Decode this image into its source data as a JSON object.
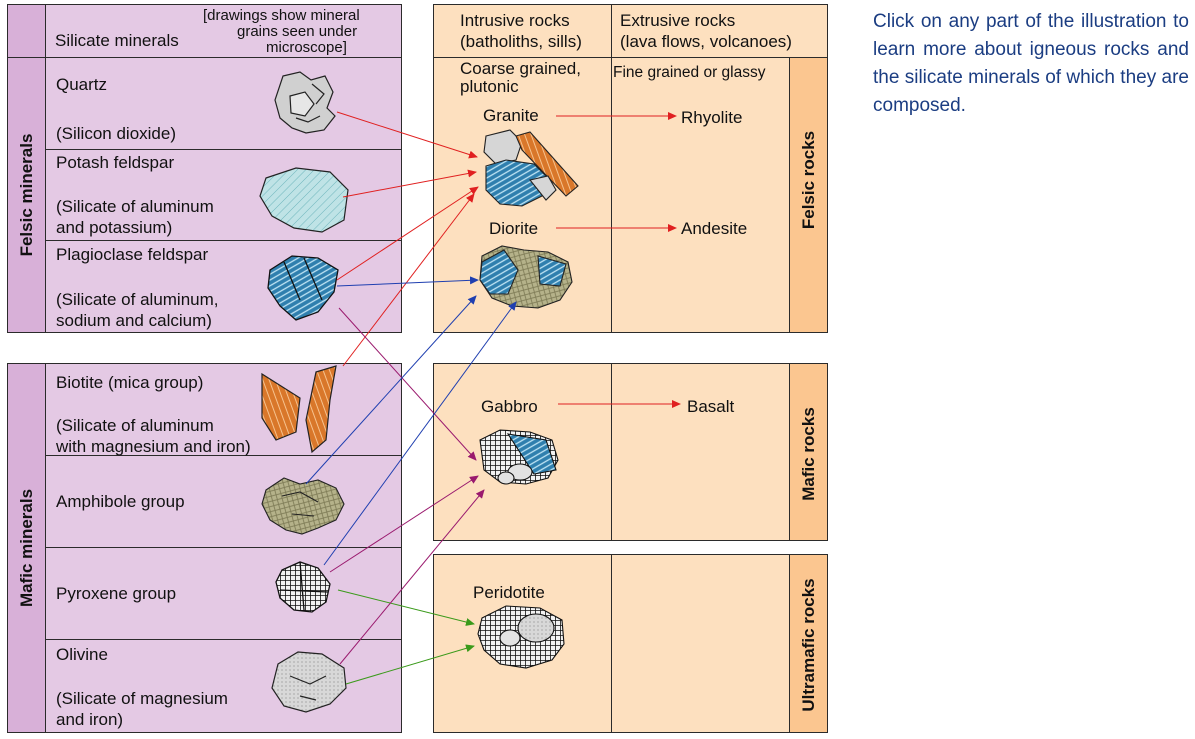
{
  "header": {
    "silicate_minerals": "Silicate minerals",
    "drawings_note_line1": "[drawings show mineral",
    "drawings_note_line2": "grains seen under",
    "drawings_note_line3": "microscope]",
    "intrusive_line1": "Intrusive rocks",
    "intrusive_line2": "(batholiths, sills)",
    "extrusive_line1": "Extrusive rocks",
    "extrusive_line2": "(lava flows, volcanoes)",
    "coarse_line1": "Coarse grained,",
    "coarse_line2": "plutonic",
    "fine": "Fine grained or glassy"
  },
  "groups": {
    "felsic_minerals": "Felsic minerals",
    "mafic_minerals": "Mafic minerals",
    "felsic_rocks": "Felsic rocks",
    "mafic_rocks": "Mafic rocks",
    "ultramafic_rocks": "Ultramafic rocks"
  },
  "minerals": {
    "quartz": {
      "name": "Quartz",
      "desc1": "(Silicon dioxide)"
    },
    "potash": {
      "name": "Potash feldspar",
      "desc1": "(Silicate of aluminum",
      "desc2": "and potassium)"
    },
    "plagioclase": {
      "name": "Plagioclase feldspar",
      "desc1": "(Silicate of aluminum,",
      "desc2": "sodium and calcium)"
    },
    "biotite": {
      "name": "Biotite (mica group)",
      "desc1": "(Silicate of aluminum",
      "desc2": "with magnesium and iron)"
    },
    "amphibole": {
      "name": "Amphibole group"
    },
    "pyroxene": {
      "name": "Pyroxene group"
    },
    "olivine": {
      "name": "Olivine",
      "desc1": "(Silicate of magnesium",
      "desc2": "and iron)"
    }
  },
  "rocks": {
    "granite": "Granite",
    "rhyolite": "Rhyolite",
    "diorite": "Diorite",
    "andesite": "Andesite",
    "gabbro": "Gabbro",
    "basalt": "Basalt",
    "peridotite": "Peridotite"
  },
  "info_text": "Click on any part of the illustration to learn more about igneous rocks and the silicate minerals of which they are composed.",
  "colors": {
    "red_arrow": "#e02020",
    "blue_arrow": "#1f3fb0",
    "purple_arrow": "#9a1a6e",
    "green_arrow": "#3a9a1a"
  }
}
